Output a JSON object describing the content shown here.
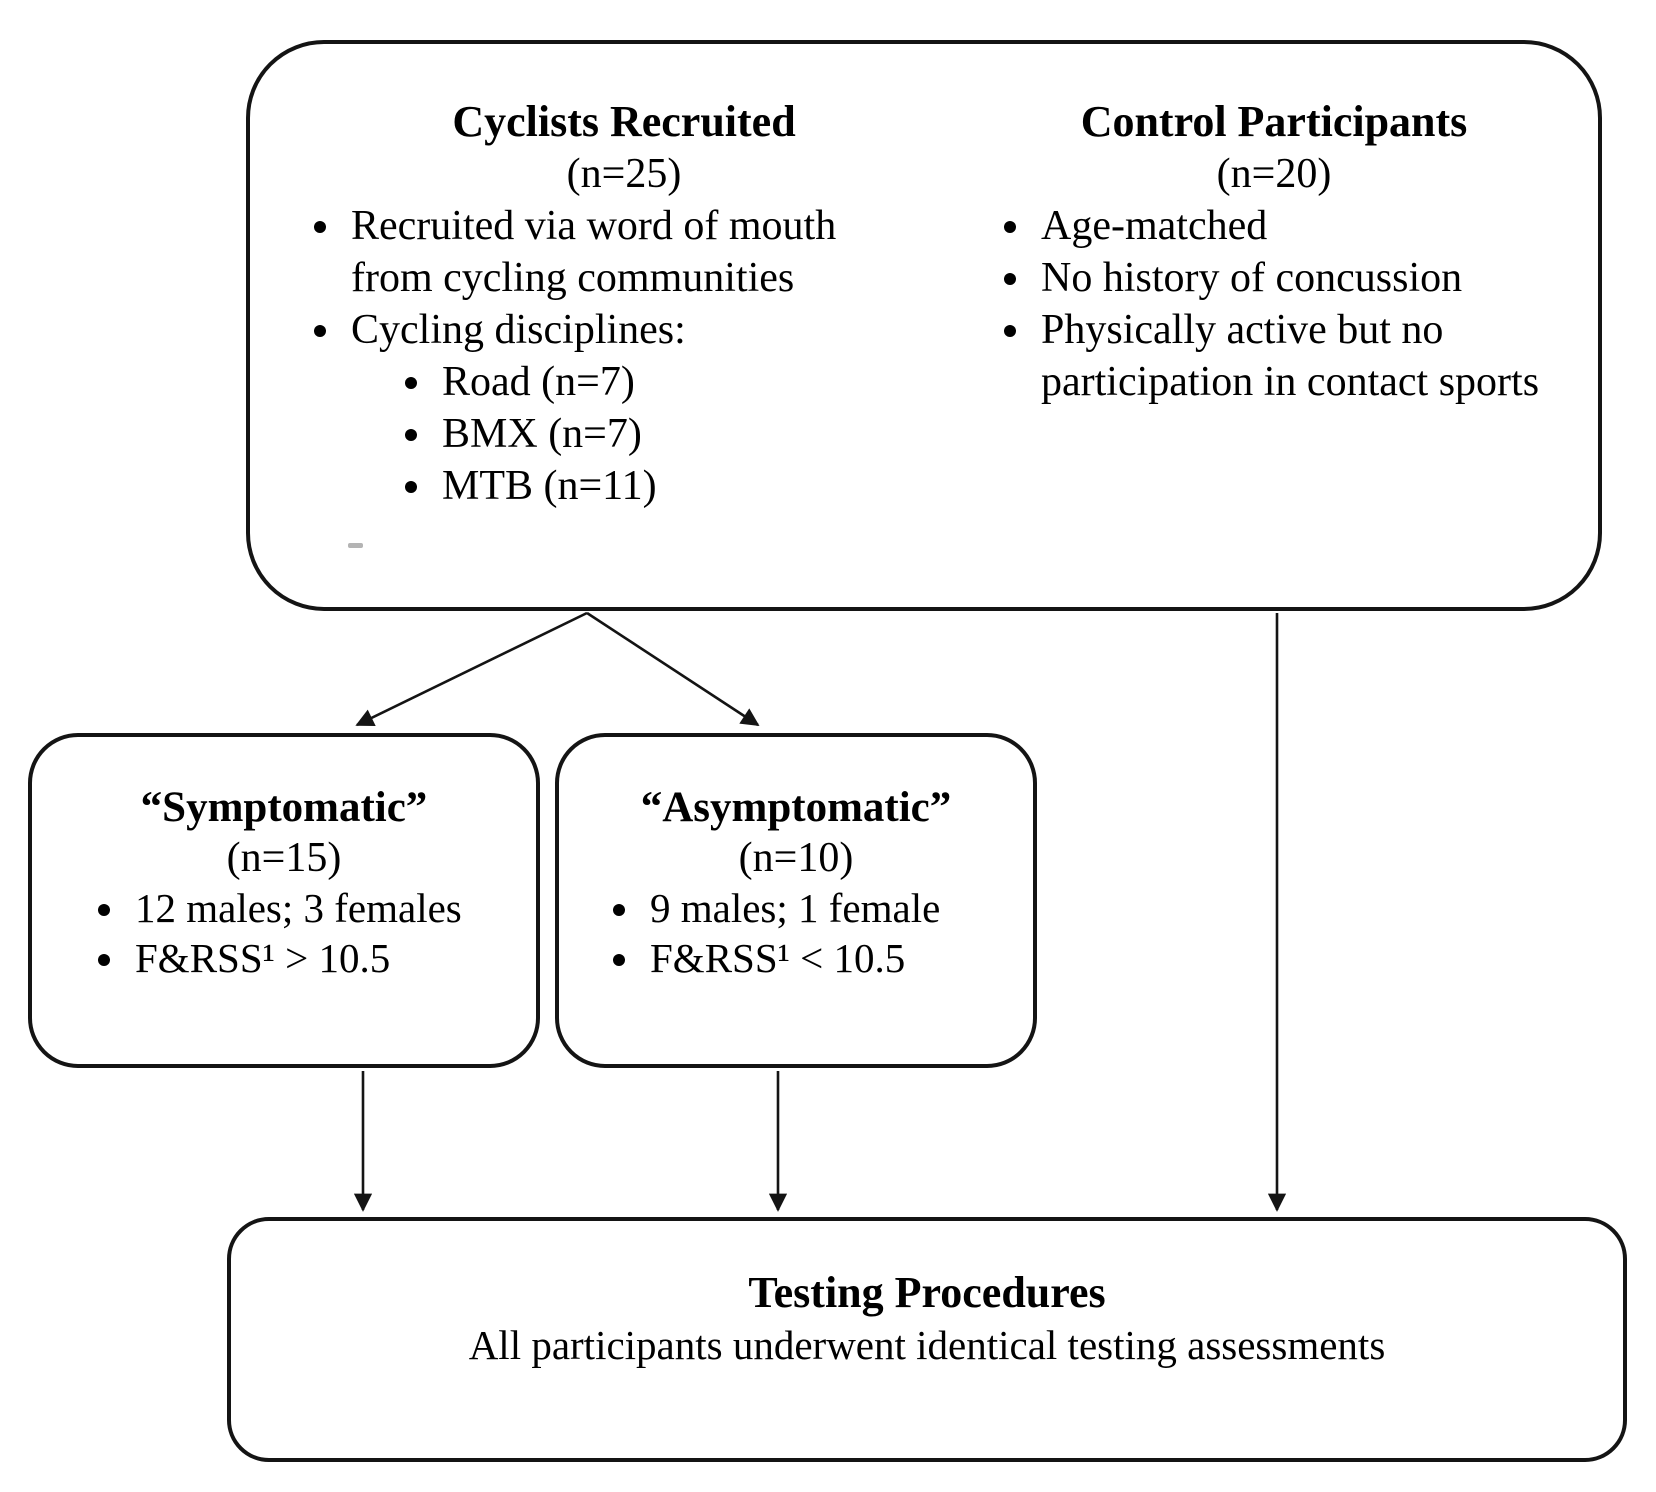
{
  "canvas": {
    "background": "#ffffff",
    "ink": "#000000",
    "border_color": "#141414"
  },
  "top_box": {
    "cyclists": {
      "title": "Cyclists Recruited",
      "count": "(n=25)",
      "bullets": [
        "Recruited via word of mouth from cycling communities",
        "Cycling disciplines:"
      ],
      "sub_bullets": [
        "Road (n=7)",
        "BMX (n=7)",
        "MTB (n=11)"
      ]
    },
    "controls": {
      "title": "Control Participants",
      "count": "(n=20)",
      "bullets": [
        "Age-matched",
        "No history of concussion",
        "Physically active but no participation in contact sports"
      ]
    }
  },
  "symptomatic": {
    "title": "“Symptomatic”",
    "count": "(n=15)",
    "bullets": [
      "12 males; 3 females",
      "F&RSS¹ > 10.5"
    ]
  },
  "asymptomatic": {
    "title": "“Asymptomatic”",
    "count": "(n=10)",
    "bullets": [
      "9 males; 1 female",
      "F&RSS¹ < 10.5"
    ]
  },
  "testing": {
    "title": "Testing Procedures",
    "subtitle": "All participants underwent identical testing assessments"
  }
}
